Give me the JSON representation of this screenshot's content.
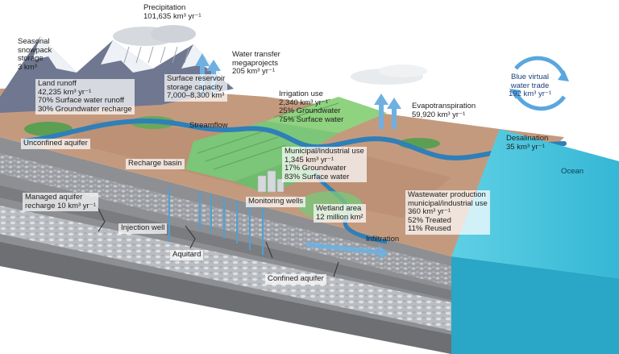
{
  "labels": {
    "precipitation": [
      "Precipitation",
      "101,635 km³ yr⁻¹"
    ],
    "snowpack": [
      "Seasonal",
      "snowpack",
      "storage",
      "3 km³"
    ],
    "land_runoff": [
      "Land runoff",
      "42,235 km³ yr⁻¹",
      "70% Surface water runoff",
      "30% Groundwater recharge"
    ],
    "surface_reservoir": [
      "Surface reservoir",
      "storage capacity",
      "7,000–8,300 km³"
    ],
    "water_transfer": [
      "Water transfer",
      "megaprojects",
      "205 km³ yr⁻¹"
    ],
    "irrigation": [
      "Irrigation use",
      "2,340 km³ yr⁻¹",
      "25% Groundwater",
      "75% Surface water"
    ],
    "evapotranspiration": [
      "Evapotranspiration",
      "59,920 km³ yr⁻¹"
    ],
    "blue_virtual": [
      "Blue virtual",
      "water trade",
      "192 km³ yr⁻¹"
    ],
    "streamflow": [
      "Streamflow"
    ],
    "unconfined": [
      "Unconfined aquifer"
    ],
    "recharge_basin": [
      "Recharge basin"
    ],
    "municipal": [
      "Municipal/industrial use",
      "1,345 km³ yr⁻¹",
      "17% Groundwater",
      "83% Surface water"
    ],
    "desalination": [
      "Desalination",
      "35 km³ yr⁻¹"
    ],
    "ocean": [
      "Ocean"
    ],
    "managed_aquifer": [
      "Managed aquifer",
      "recharge 10 km³ yr⁻¹"
    ],
    "monitoring": [
      "Monitoring wells"
    ],
    "wetland": [
      "Wetland area",
      "12 million km²"
    ],
    "wastewater": [
      "Wastewater production",
      "municipal/industrial use",
      "360 km³ yr⁻¹",
      "52% Treated",
      "11% Reused"
    ],
    "injection": [
      "Injection well"
    ],
    "infiltration": [
      "Infiltration"
    ],
    "aquitard": [
      "Aquitard"
    ],
    "confined": [
      "Confined aquifer"
    ]
  },
  "colors": {
    "ocean": "#3fc1d9",
    "ocean_side": "#2aa7c6",
    "land": "#c49a7e",
    "river": "#2f7fb8",
    "field": "#7cc67a",
    "snow": "#eef2f6",
    "mountain": "#7d879a",
    "soil_front": "#8a8a8a",
    "arrow": "#6fb0e0"
  }
}
